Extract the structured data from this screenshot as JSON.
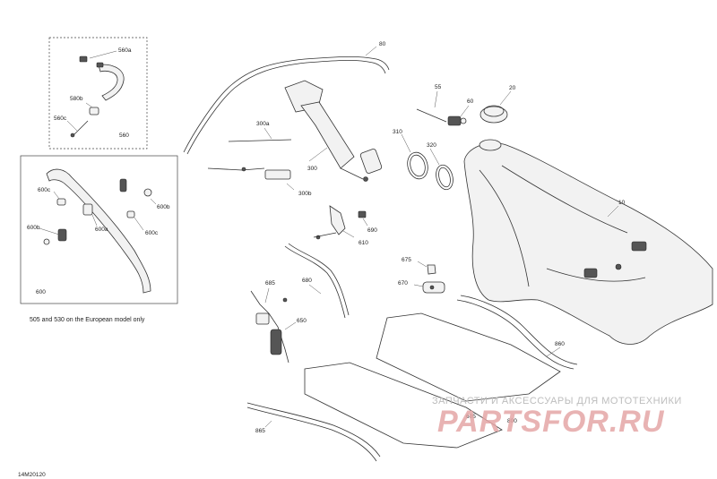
{
  "callouts": {
    "c560a": "560a",
    "c580b": "580b",
    "c560c": "560c",
    "c560": "560",
    "c80": "80",
    "c300a": "300a",
    "c300": "300",
    "c300b": "300b",
    "c55": "55",
    "c60": "60",
    "c20": "20",
    "c310": "310",
    "c320": "320",
    "c10": "10",
    "c600c_l": "600c",
    "c600b_r": "600b",
    "c600b_l": "600b",
    "c600a": "600a",
    "c600c_r": "600c",
    "c600": "600",
    "c690": "690",
    "c610": "610",
    "c675": "675",
    "c670": "670",
    "c685": "685",
    "c680": "680",
    "c650": "650",
    "c860": "860",
    "c605": "605",
    "c800": "800",
    "c865": "865"
  },
  "note": "505 and 530 on the European model only",
  "figure_code": "14M20120",
  "watermark": {
    "subtitle": "ЗАПЧАСТИ И АКСЕССУАРЫ ДЛЯ МОТОТЕХНИКИ",
    "logo": "PARTSFOR.RU"
  }
}
